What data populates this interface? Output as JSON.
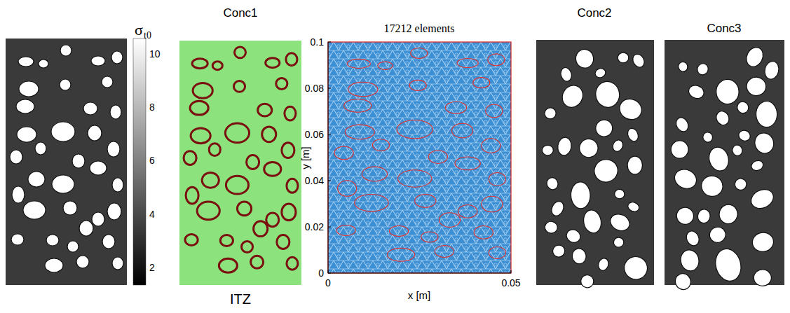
{
  "diagram": {
    "labels": [
      "σ",
      "t0",
      "10",
      "8",
      "6",
      "4",
      "2",
      "Conc1",
      "ITZ",
      "17212 elements",
      "0.1",
      "0.08",
      "0.06",
      "0.04",
      "0.02",
      "0",
      "y [m]",
      "0",
      "0.05",
      "x [m]",
      "Conc2",
      "Conc3"
    ]
  }
}
